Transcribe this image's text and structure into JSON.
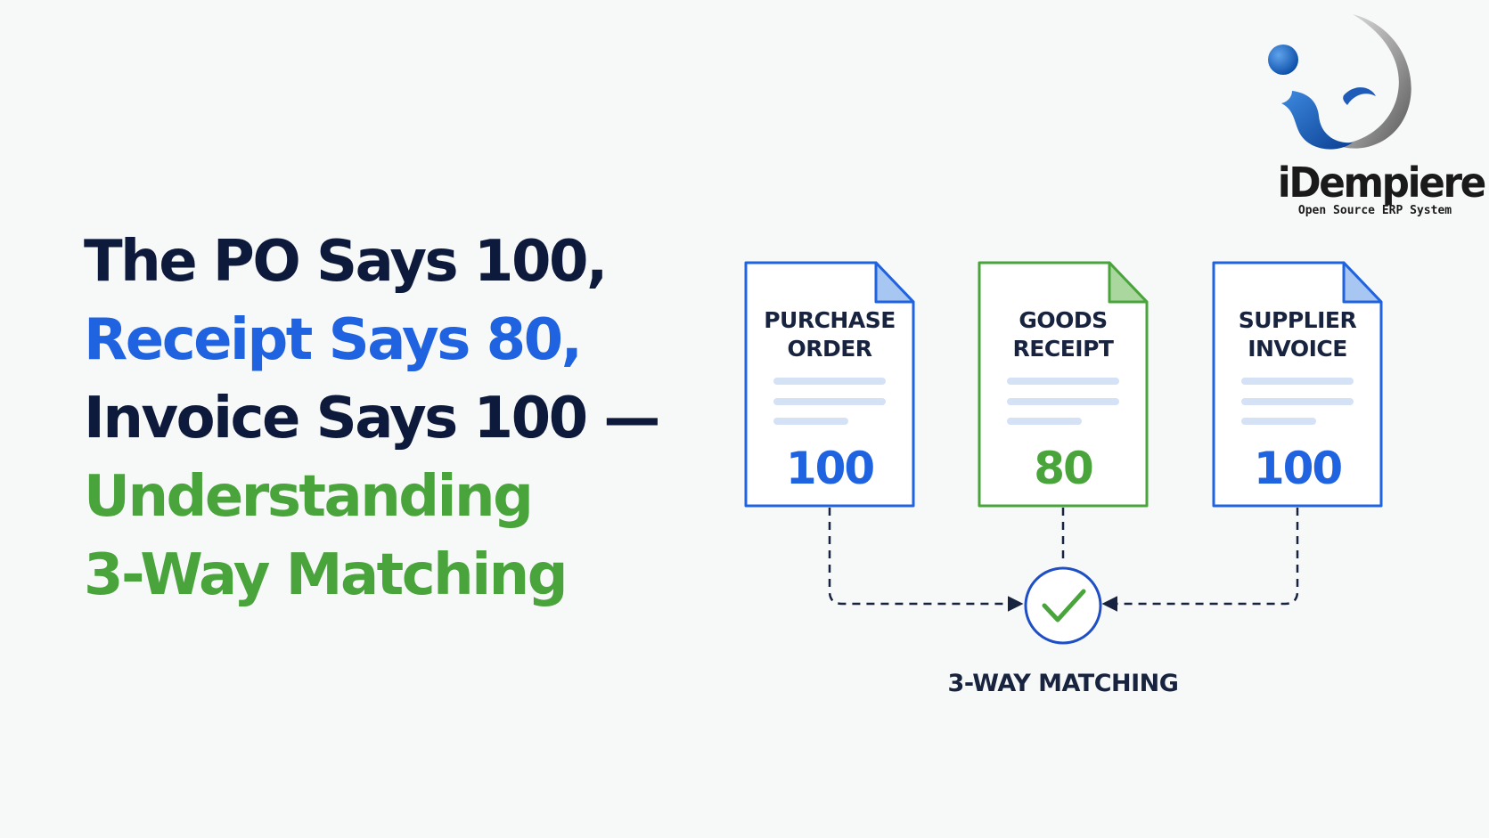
{
  "headline": {
    "line1": "The PO Says 100,",
    "line2": "Receipt Says 80,",
    "line3": "Invoice Says 100 —",
    "line4": "Understanding",
    "line5": "3-Way Matching"
  },
  "colors": {
    "dark": "#0e1a3b",
    "blue": "#1f63e0",
    "green": "#4aa43c"
  },
  "documents": [
    {
      "label_line1": "PURCHASE",
      "label_line2": "ORDER",
      "value": "100",
      "color": "#1f63e0",
      "fold_color": "#a8c6f2"
    },
    {
      "label_line1": "GOODS",
      "label_line2": "RECEIPT",
      "value": "80",
      "color": "#4aa43c",
      "fold_color": "#a9d79e"
    },
    {
      "label_line1": "SUPPLIER",
      "label_line2": "INVOICE",
      "value": "100",
      "color": "#1f63e0",
      "fold_color": "#a8c6f2"
    }
  ],
  "matching": {
    "label": "3-WAY MATCHING",
    "icon": "check-icon"
  },
  "logo": {
    "name": "iDempiere",
    "tagline": "Open Source ERP System",
    "icon": "idempiere-logo-icon"
  }
}
